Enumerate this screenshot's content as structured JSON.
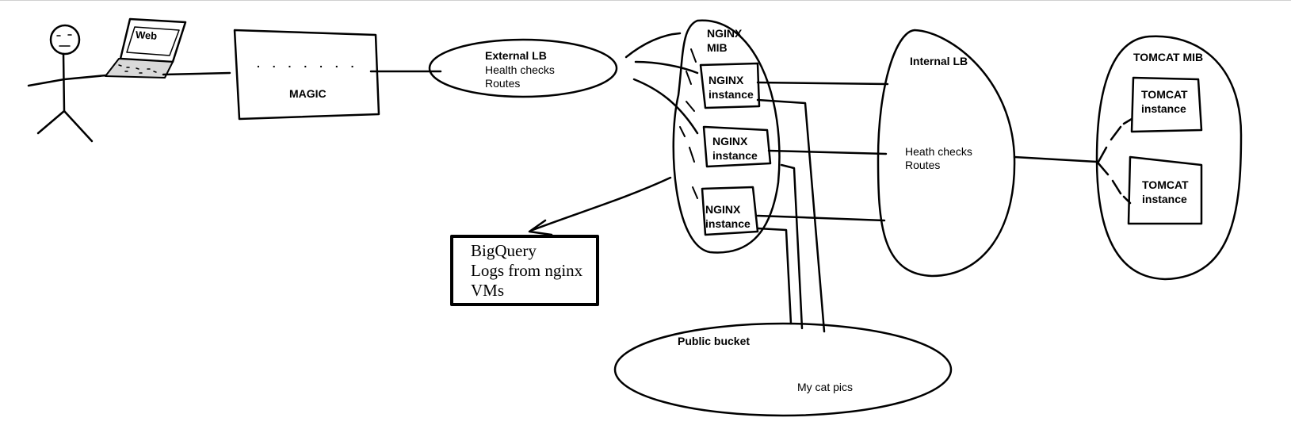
{
  "colors": {
    "ink": "#000000",
    "background": "#ffffff",
    "laptop_screen": "#d9d9d9"
  },
  "icons": {
    "user": "stick-figure-icon",
    "laptop": "laptop-icon"
  },
  "laptop_screen_text": "Web",
  "magic": {
    "dots": ". . . . . . .",
    "label": "MAGIC"
  },
  "external_lb": {
    "title": "External LB",
    "line1": "Health checks",
    "line2": "Routes"
  },
  "nginx_mib": {
    "title_line1": "NGINX",
    "title_line2": "MIB",
    "instances": [
      {
        "line1": "NGINX",
        "line2": "instance"
      },
      {
        "line1": "NGINX",
        "line2": "instance"
      },
      {
        "line1": "NGINX",
        "line2": "instance"
      }
    ]
  },
  "internal_lb": {
    "title": "Internal LB",
    "line1": "Heath checks",
    "line2": "Routes"
  },
  "tomcat_mib": {
    "title": "TOMCAT MIB",
    "instances": [
      {
        "line1": "TOMCAT",
        "line2": "instance"
      },
      {
        "line1": "TOMCAT",
        "line2": "instance"
      }
    ]
  },
  "bigquery": {
    "line1": "BigQuery",
    "line2": "Logs from nginx",
    "line3": "VMs"
  },
  "public_bucket": {
    "title": "Public bucket",
    "content": "My cat pics"
  }
}
